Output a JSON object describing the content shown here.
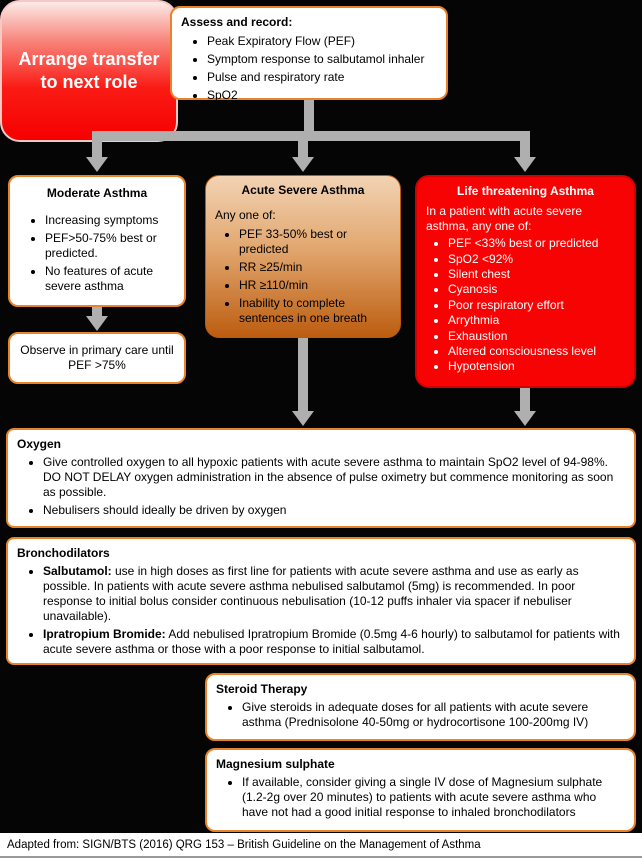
{
  "assess": {
    "title": "Assess and record:",
    "items": [
      "Peak Expiratory Flow (PEF)",
      "Symptom response to salbutamol inhaler",
      "Pulse and respiratory rate",
      "SpO2"
    ]
  },
  "moderate": {
    "title": "Moderate Asthma",
    "items": [
      "Increasing symptoms",
      "PEF>50-75% best or predicted.",
      "No features of acute severe asthma"
    ]
  },
  "observe": {
    "text": "Observe in primary care until PEF >75%"
  },
  "acute_severe": {
    "title": "Acute Severe Asthma",
    "intro": "Any one of:",
    "items": [
      "PEF 33-50% best or predicted",
      "RR ≥25/min",
      "HR ≥110/min",
      "Inability to complete sentences in one breath"
    ]
  },
  "life_threatening": {
    "title": "Life threatening Asthma",
    "intro": "In a patient with acute severe asthma, any one of:",
    "items": [
      "PEF <33% best or predicted",
      "SpO2 <92%",
      "Silent chest",
      "Cyanosis",
      "Poor respiratory effort",
      "Arrythmia",
      "Exhaustion",
      "Altered consciousness level",
      "Hypotension"
    ]
  },
  "oxygen": {
    "title": "Oxygen",
    "items": [
      "Give controlled oxygen to all hypoxic patients with acute severe asthma to maintain SpO2 level of 94-98%. DO NOT DELAY oxygen administration in the absence of pulse oximetry but commence monitoring as soon as possible.",
      "Nebulisers should ideally be driven by oxygen"
    ]
  },
  "bronchodilators": {
    "title": "Bronchodilators",
    "items": [
      {
        "lead": "Salbutamol:",
        "rest": " use in high doses as first line for patients with acute severe asthma and use as early as possible. In patients with acute severe asthma nebulised salbutamol (5mg) is recommended. In poor response to initial bolus consider continuous nebulisation (10-12 puffs inhaler via spacer if nebuliser unavailable)."
      },
      {
        "lead": "Ipratropium Bromide:",
        "rest": " Add nebulised Ipratropium Bromide (0.5mg 4-6 hourly) to salbutamol for patients with acute severe asthma or those with a poor response to initial salbutamol."
      }
    ]
  },
  "transfer": {
    "label": "Arrange transfer to next role"
  },
  "steroid": {
    "title": "Steroid Therapy",
    "items": [
      "Give steroids in adequate doses for all patients with acute severe asthma (Prednisolone 40-50mg or hydrocortisone 100-200mg IV)"
    ]
  },
  "magnesium": {
    "title": "Magnesium sulphate",
    "items": [
      "If available, consider giving a single IV dose of Magnesium sulphate (1.2-2g over 20 minutes) to patients with acute severe asthma who have not had a good initial response to inhaled bronchodilators"
    ]
  },
  "footer": {
    "text": "Adapted from: SIGN/BTS (2016) QRG 153 – British Guideline on the Management of Asthma"
  },
  "colors": {
    "accent_orange": "#E8832C",
    "alert_red": "#F80303",
    "arrow_gray": "#AFAFAF"
  }
}
